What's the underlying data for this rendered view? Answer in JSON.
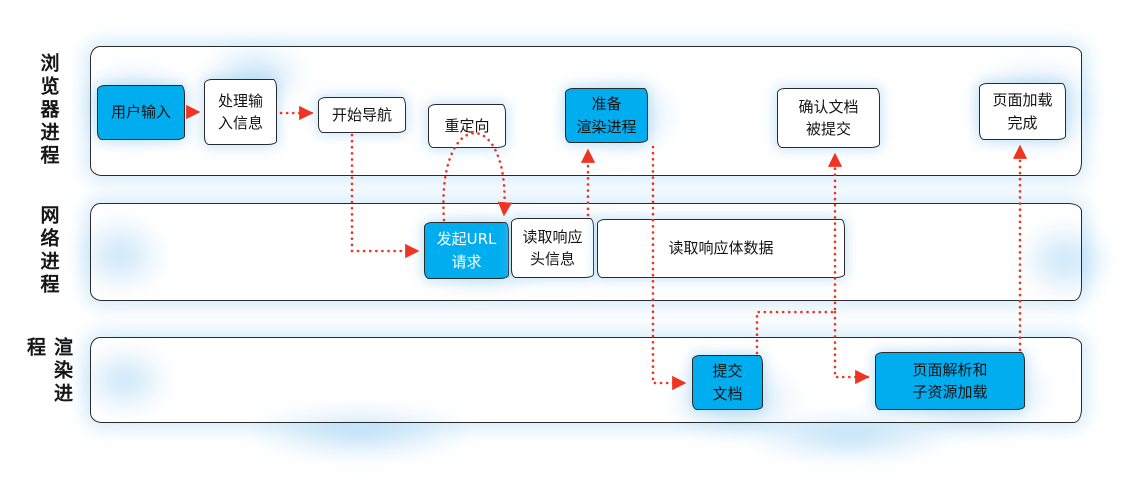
{
  "colors": {
    "accent_blue": "#00aeef",
    "arrow_red": "#ee3524",
    "border_dark": "#2b2b2b"
  },
  "lanes": [
    "浏览器进程",
    "网络进程",
    "渲染进程"
  ],
  "nodes": {
    "user_input": "用户输入",
    "process_input": "处理输\n入信息",
    "start_nav": "开始导航",
    "redirect": "重定向",
    "prepare_render": "准备\n渲染进程",
    "confirm_commit": "确认文档\n被提交",
    "page_loaded": "页面加载\n完成",
    "url_request": "发起URL\n请求",
    "read_header": "读取响应\n头信息",
    "read_body": "读取响应体数据",
    "commit_doc": "提交\n文档",
    "page_parse": "页面解析和\n子资源加载"
  }
}
